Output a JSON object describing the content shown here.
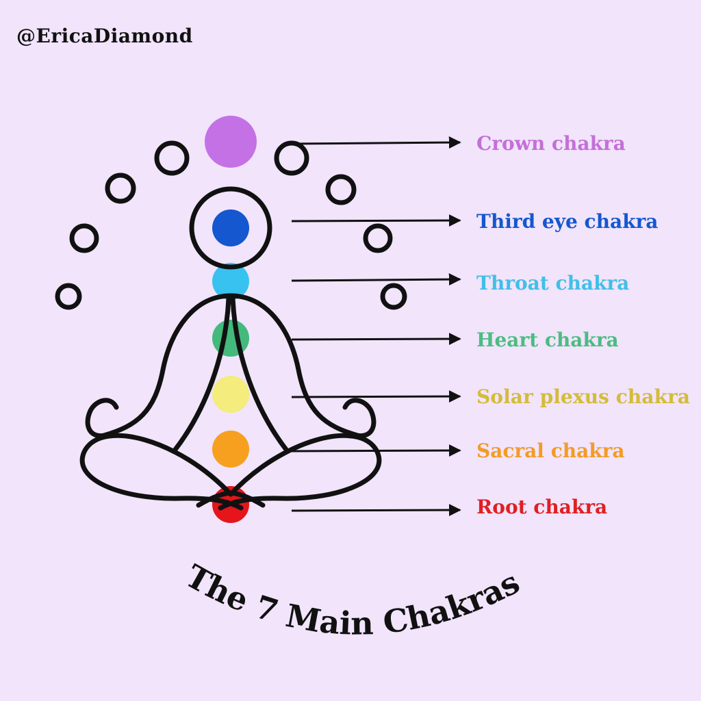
{
  "handle": "@EricaDiamond",
  "title": "The 7 Main Chakras",
  "chakras": [
    {
      "label": "Crown chakra",
      "color": "#c471e6"
    },
    {
      "label": "Third eye chakra",
      "color": "#1457cf"
    },
    {
      "label": "Throat chakra",
      "color": "#38c2f0"
    },
    {
      "label": "Heart chakra",
      "color": "#44b97c"
    },
    {
      "label": "Solar plexus chakra",
      "color": "#f4ec7c"
    },
    {
      "label": "Sacral chakra",
      "color": "#f7a01f"
    },
    {
      "label": "Root chakra",
      "color": "#e5151b"
    }
  ],
  "label_colors": [
    "#c46fd8",
    "#1457cf",
    "#40bfe8",
    "#4cbc82",
    "#d4bc3a",
    "#f29b25",
    "#e01f22"
  ]
}
